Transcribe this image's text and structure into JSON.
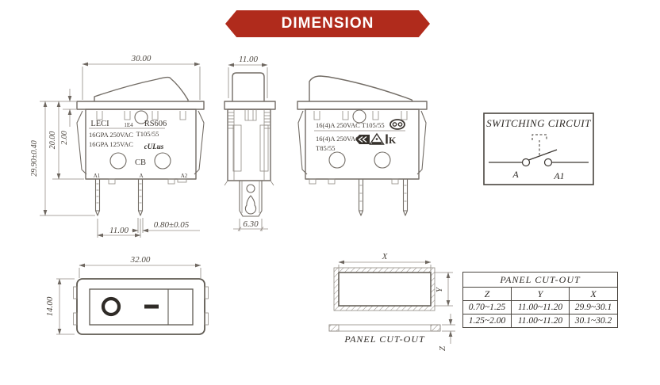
{
  "banner": {
    "label": "DIMENSION",
    "color": "#b02b1c"
  },
  "front_view": {
    "dim_width": "30.00",
    "dim_frame_thickness": "2.00",
    "dim_body_height": "20.00",
    "dim_overall_height": "29.90±0.40",
    "dim_pin_pitch": "11.00",
    "dim_pin_thickness": "0.80±0.05",
    "brand": "LECI",
    "code": "1E4",
    "model": "RS606",
    "rating_line1": "16GPA 250VAC",
    "rating_temp": "T105/55",
    "rating_line2": "16GPA 125VAC",
    "ul_mark": "cULus",
    "cb_label": "CB",
    "terminal_a1": "A1",
    "terminal_a": "A",
    "terminal_a2": "A2"
  },
  "side_view": {
    "dim_width": "11.00",
    "dim_terminal_width": "6.30"
  },
  "back_view": {
    "rating_line1": "16(4)A  250VAC  T105/55",
    "rating_line2": "16(4)A  250VAC",
    "temp": "T85/55"
  },
  "switching_circuit": {
    "title": "SWITCHING CIRCUIT",
    "label_a": "A",
    "label_a1": "A1"
  },
  "top_view": {
    "dim_width": "32.00",
    "dim_height": "14.00"
  },
  "panel_cutout": {
    "dim_x": "X",
    "dim_y": "Y",
    "dim_z": "Z",
    "label": "PANEL CUT-OUT"
  },
  "cutout_table": {
    "title": "PANEL CUT-OUT",
    "columns": [
      "Z",
      "Y",
      "X"
    ],
    "rows": [
      [
        "0.70~1.25",
        "11.00~11.20",
        "29.9~30.1"
      ],
      [
        "1.25~2.00",
        "11.00~11.20",
        "30.1~30.2"
      ]
    ]
  }
}
